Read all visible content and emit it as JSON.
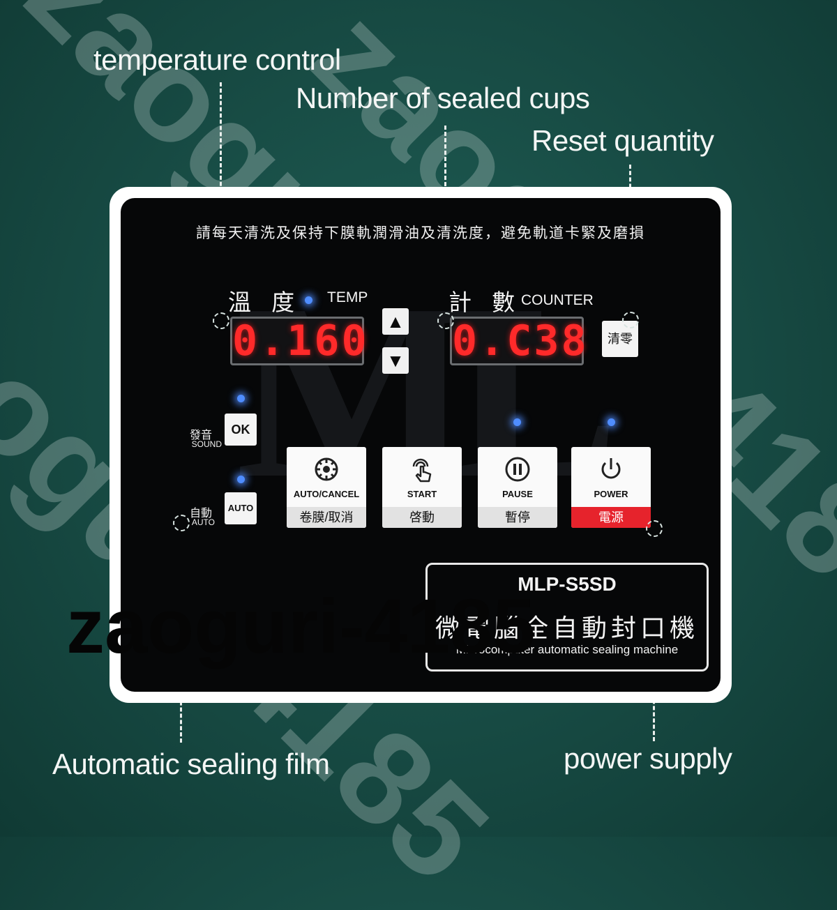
{
  "callouts": {
    "temperature_control": "temperature control",
    "number_of_sealed_cups": "Number of sealed cups",
    "reset_quantity": "Reset quantity",
    "automatic_sealing_film": "Automatic sealing film",
    "power_supply": "power supply"
  },
  "panel": {
    "notice": "請每天清洗及保持下膜軌潤滑油及清洗度，避免軌道卡緊及磨損",
    "logo_letters": "ML",
    "temp": {
      "label_cn": "溫 度",
      "label_en": "TEMP",
      "display": "0.160"
    },
    "counter": {
      "label_cn": "計 數",
      "label_en": "COUNTER",
      "display": "0.C38"
    },
    "up_arrow": "▲",
    "down_arrow": "▼",
    "reset_button": "清零",
    "sound": {
      "label_cn": "發音",
      "label_en": "SOUND",
      "button": "OK"
    },
    "auto": {
      "label_cn": "自動",
      "label_en": "AUTO",
      "button": "AUTO"
    },
    "buttons": [
      {
        "en": "AUTO/CANCEL",
        "cn": "卷膜/取消",
        "icon": "reel-icon"
      },
      {
        "en": "START",
        "cn": "啓動",
        "icon": "touch-icon"
      },
      {
        "en": "PAUSE",
        "cn": "暫停",
        "icon": "pause-icon"
      },
      {
        "en": "POWER",
        "cn": "電源",
        "icon": "power-icon"
      }
    ],
    "model": {
      "name": "MLP-S5SD",
      "cn": "微電腦全自動封口機",
      "en": "Microcomputer automatic sealing machine"
    }
  },
  "watermark": {
    "text": "zaoguri-4185",
    "overlay": "zaoguri-4185"
  },
  "colors": {
    "background": "#174a43",
    "panel_face": "#060708",
    "led_digits": "#ff2a2a",
    "indicator_led": "#4f8dff",
    "power_accent": "#e6232c"
  }
}
